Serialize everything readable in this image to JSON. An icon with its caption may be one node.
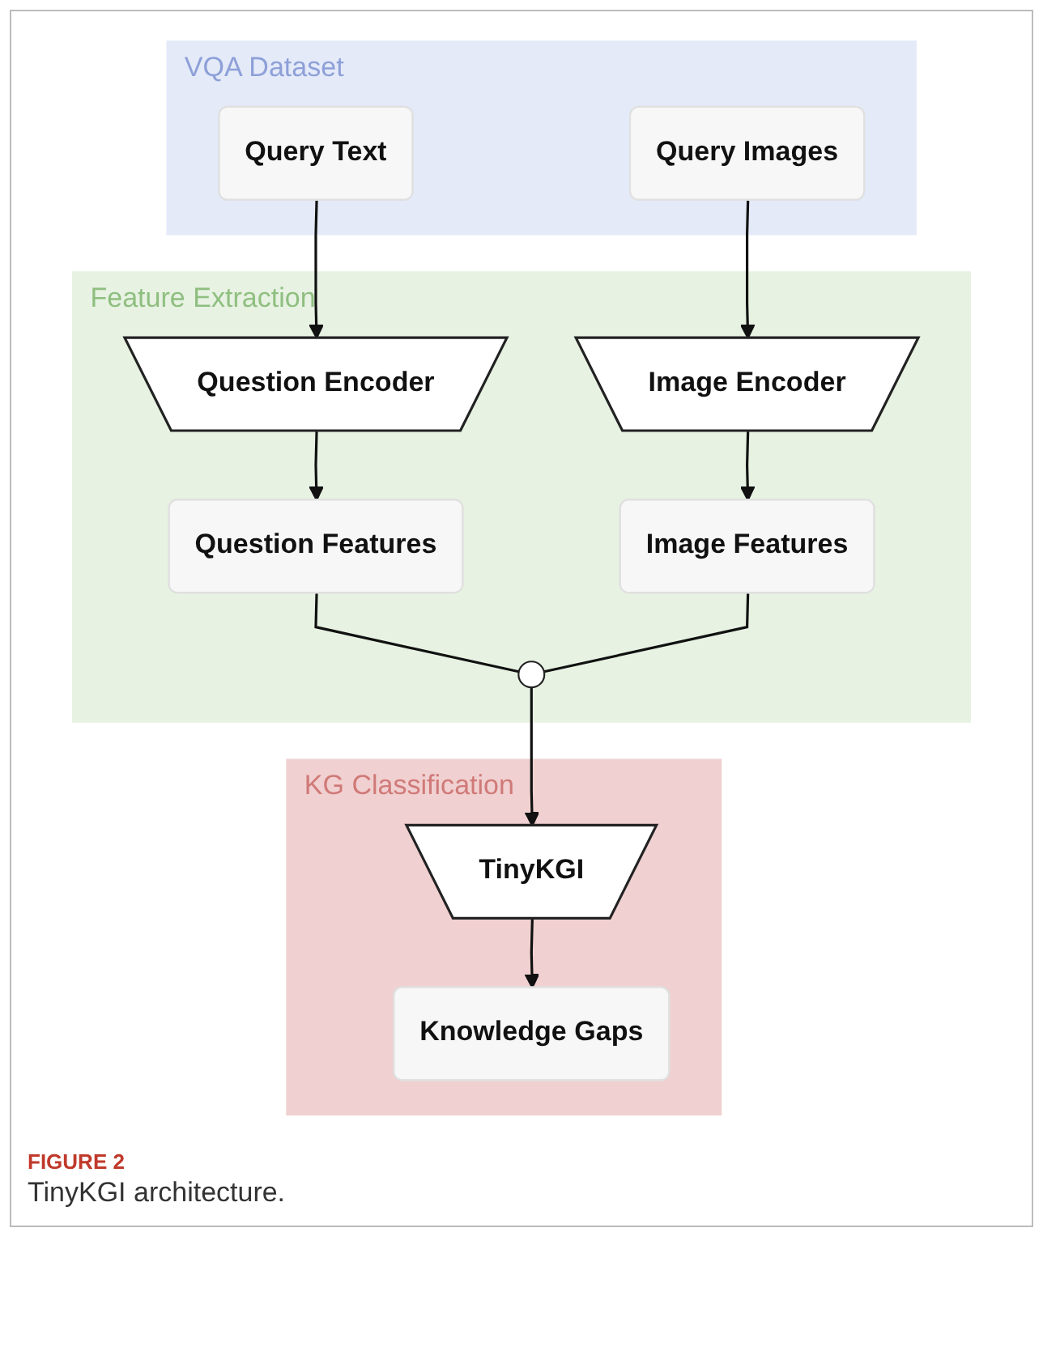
{
  "diagram": {
    "caption": "TinyKGI architecture.",
    "nodes": [
      {
        "text": [
          "VQA Dataset"
        ]
      },
      {
        "text": [
          "Query Text"
        ],
        "in": 0
      },
      {
        "text": [
          "Query Images"
        ],
        "in": 0
      },
      {
        "text": [
          "Feature Extraction"
        ]
      },
      {
        "text": [
          "Question Encoder"
        ],
        "in": 3
      },
      {
        "text": [
          "Image Encoder"
        ],
        "in": 3
      },
      {
        "text": [
          "Question Features"
        ],
        "in": 3
      },
      {
        "text": [
          "Image Features"
        ],
        "in": 3
      },
      {
        "text": [],
        "shape": "circle",
        "in": 3
      },
      {
        "text": [
          "KG Classification"
        ]
      },
      {
        "text": [
          "TinyKGI"
        ],
        "in": 9
      },
      {
        "text": [
          "Knowledge Gaps"
        ],
        "in": 9
      }
    ],
    "edges": [
      {
        "from": 1,
        "to": 4,
        "arrow": "to"
      },
      {
        "from": 2,
        "to": 5,
        "arrow": "to"
      },
      {
        "from": 4,
        "to": 6,
        "arrow": "to"
      },
      {
        "from": 5,
        "to": 7,
        "arrow": "to"
      },
      {
        "from": 6,
        "to": 8,
        "arrow": "none"
      },
      {
        "from": 7,
        "to": 8,
        "arrow": "none"
      },
      {
        "from": 8,
        "to": 10,
        "arrow": "to"
      },
      {
        "from": 10,
        "to": 11,
        "arrow": "to"
      }
    ],
    "labels": [
      "FIGURE 2"
    ]
  }
}
